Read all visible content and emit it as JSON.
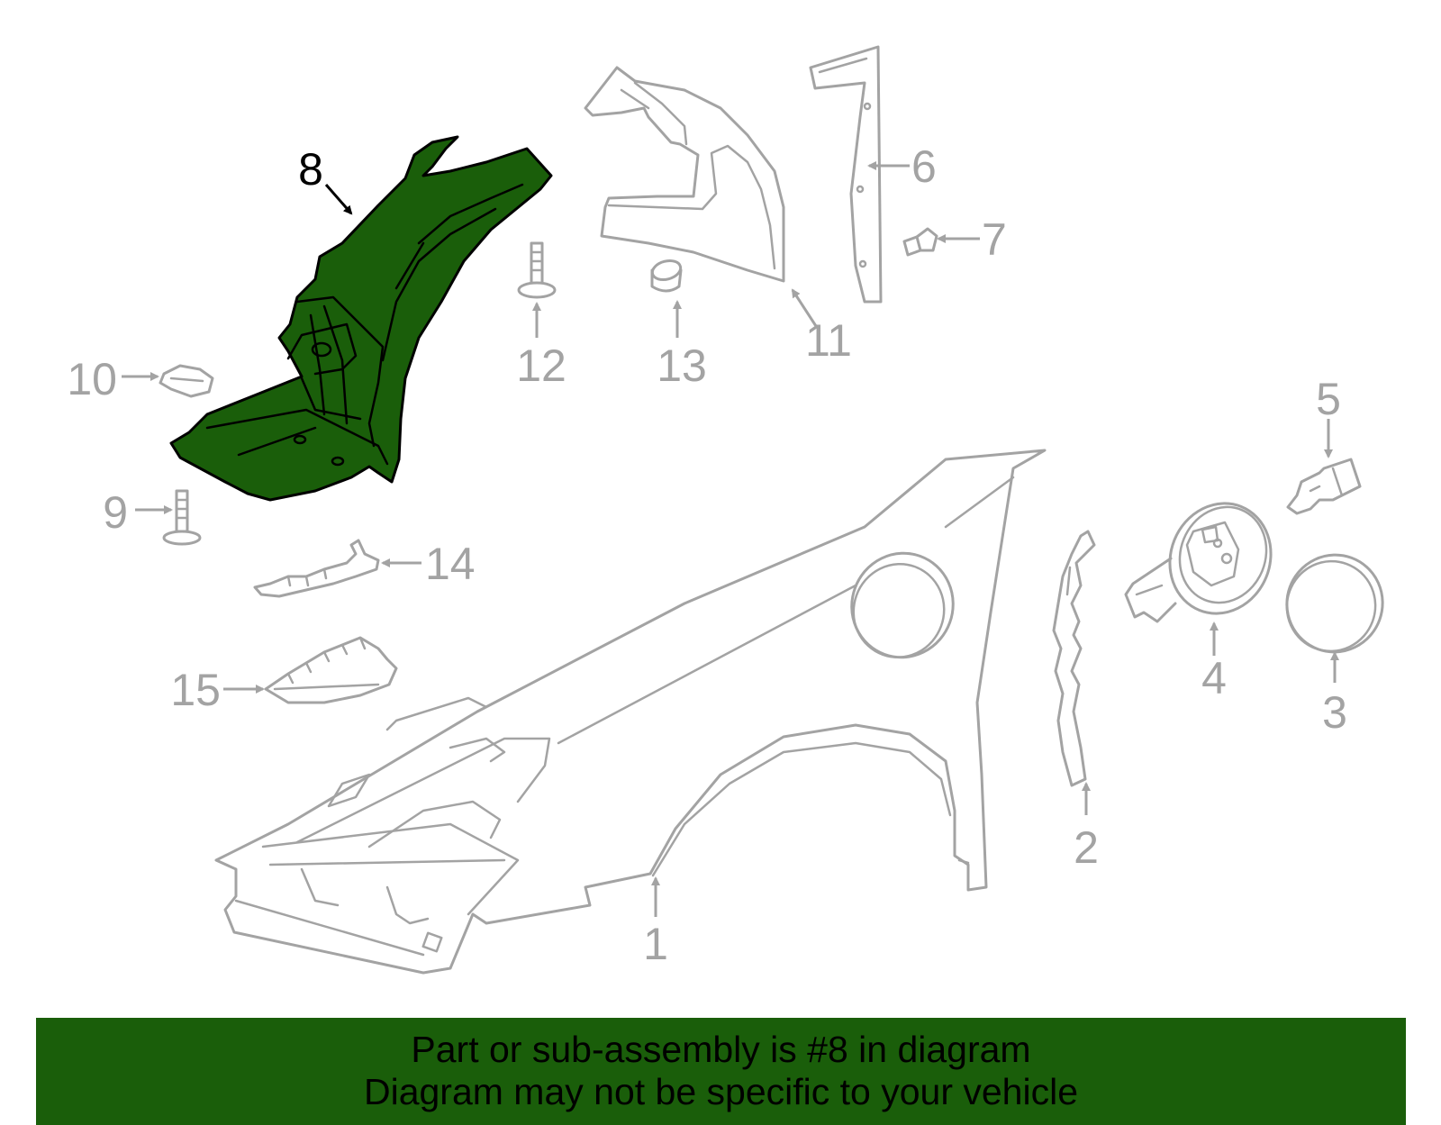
{
  "diagram": {
    "highlighted_part": "8",
    "highlight_color": "#1a5e0a",
    "part_line_color": "#a3a3a3",
    "callouts": [
      {
        "id": "c1",
        "label": "1"
      },
      {
        "id": "c2",
        "label": "2"
      },
      {
        "id": "c3",
        "label": "3"
      },
      {
        "id": "c4",
        "label": "4"
      },
      {
        "id": "c5",
        "label": "5"
      },
      {
        "id": "c6",
        "label": "6"
      },
      {
        "id": "c7",
        "label": "7"
      },
      {
        "id": "c8",
        "label": "8"
      },
      {
        "id": "c9",
        "label": "9"
      },
      {
        "id": "c10",
        "label": "10"
      },
      {
        "id": "c11",
        "label": "11"
      },
      {
        "id": "c12",
        "label": "12"
      },
      {
        "id": "c13",
        "label": "13"
      },
      {
        "id": "c14",
        "label": "14"
      },
      {
        "id": "c15",
        "label": "15"
      }
    ]
  },
  "banner": {
    "line1": "Part or sub-assembly is #8 in diagram",
    "line2": "Diagram may not be specific to your vehicle",
    "background": "#1a5e0a"
  }
}
